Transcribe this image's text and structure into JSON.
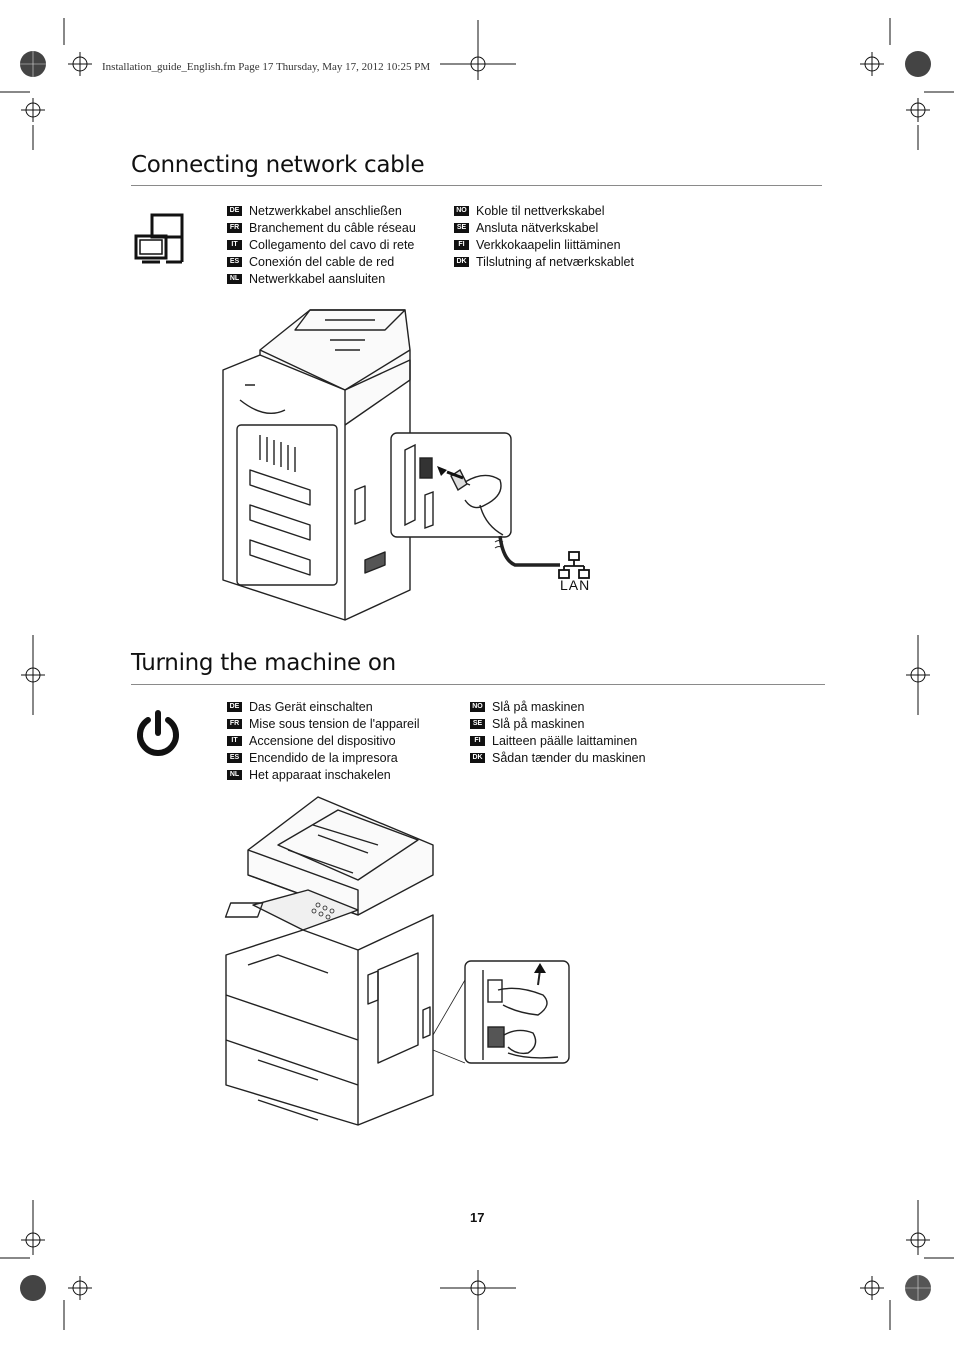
{
  "header": {
    "meta_line": "Installation_guide_English.fm  Page 17  Thursday, May 17, 2012  10:25 PM"
  },
  "sections": [
    {
      "title": "Connecting network cable",
      "languages_left": [
        {
          "code": "DE",
          "text": "Netzwerkkabel anschließen"
        },
        {
          "code": "FR",
          "text": "Branchement du câble réseau"
        },
        {
          "code": "IT",
          "text": "Collegamento del cavo di rete"
        },
        {
          "code": "ES",
          "text": "Conexión del cable de red"
        },
        {
          "code": "NL",
          "text": "Netwerkkabel aansluiten"
        }
      ],
      "languages_right": [
        {
          "code": "NO",
          "text": "Koble til nettverkskabel"
        },
        {
          "code": "SE",
          "text": "Ansluta nätverkskabel"
        },
        {
          "code": "FI",
          "text": "Verkkokaapelin liittäminen"
        },
        {
          "code": "DK",
          "text": "Tilslutning af netværkskablet"
        }
      ],
      "illustration_label": "LAN",
      "icon": "network-computers-icon"
    },
    {
      "title": "Turning the machine on",
      "languages_left": [
        {
          "code": "DE",
          "text": "Das Gerät einschalten"
        },
        {
          "code": "FR",
          "text": "Mise sous tension de l'appareil"
        },
        {
          "code": "IT",
          "text": "Accensione del dispositivo"
        },
        {
          "code": "ES",
          "text": "Encendido de la impresora"
        },
        {
          "code": "NL",
          "text": "Het apparaat inschakelen"
        }
      ],
      "languages_right": [
        {
          "code": "NO",
          "text": "Slå på maskinen"
        },
        {
          "code": "SE",
          "text": "Slå på maskinen"
        },
        {
          "code": "FI",
          "text": "Laitteen päälle laittaminen"
        },
        {
          "code": "DK",
          "text": "Sådan tænder du maskinen"
        }
      ],
      "icon": "power-icon"
    }
  ],
  "footer": {
    "page_number": "17"
  }
}
